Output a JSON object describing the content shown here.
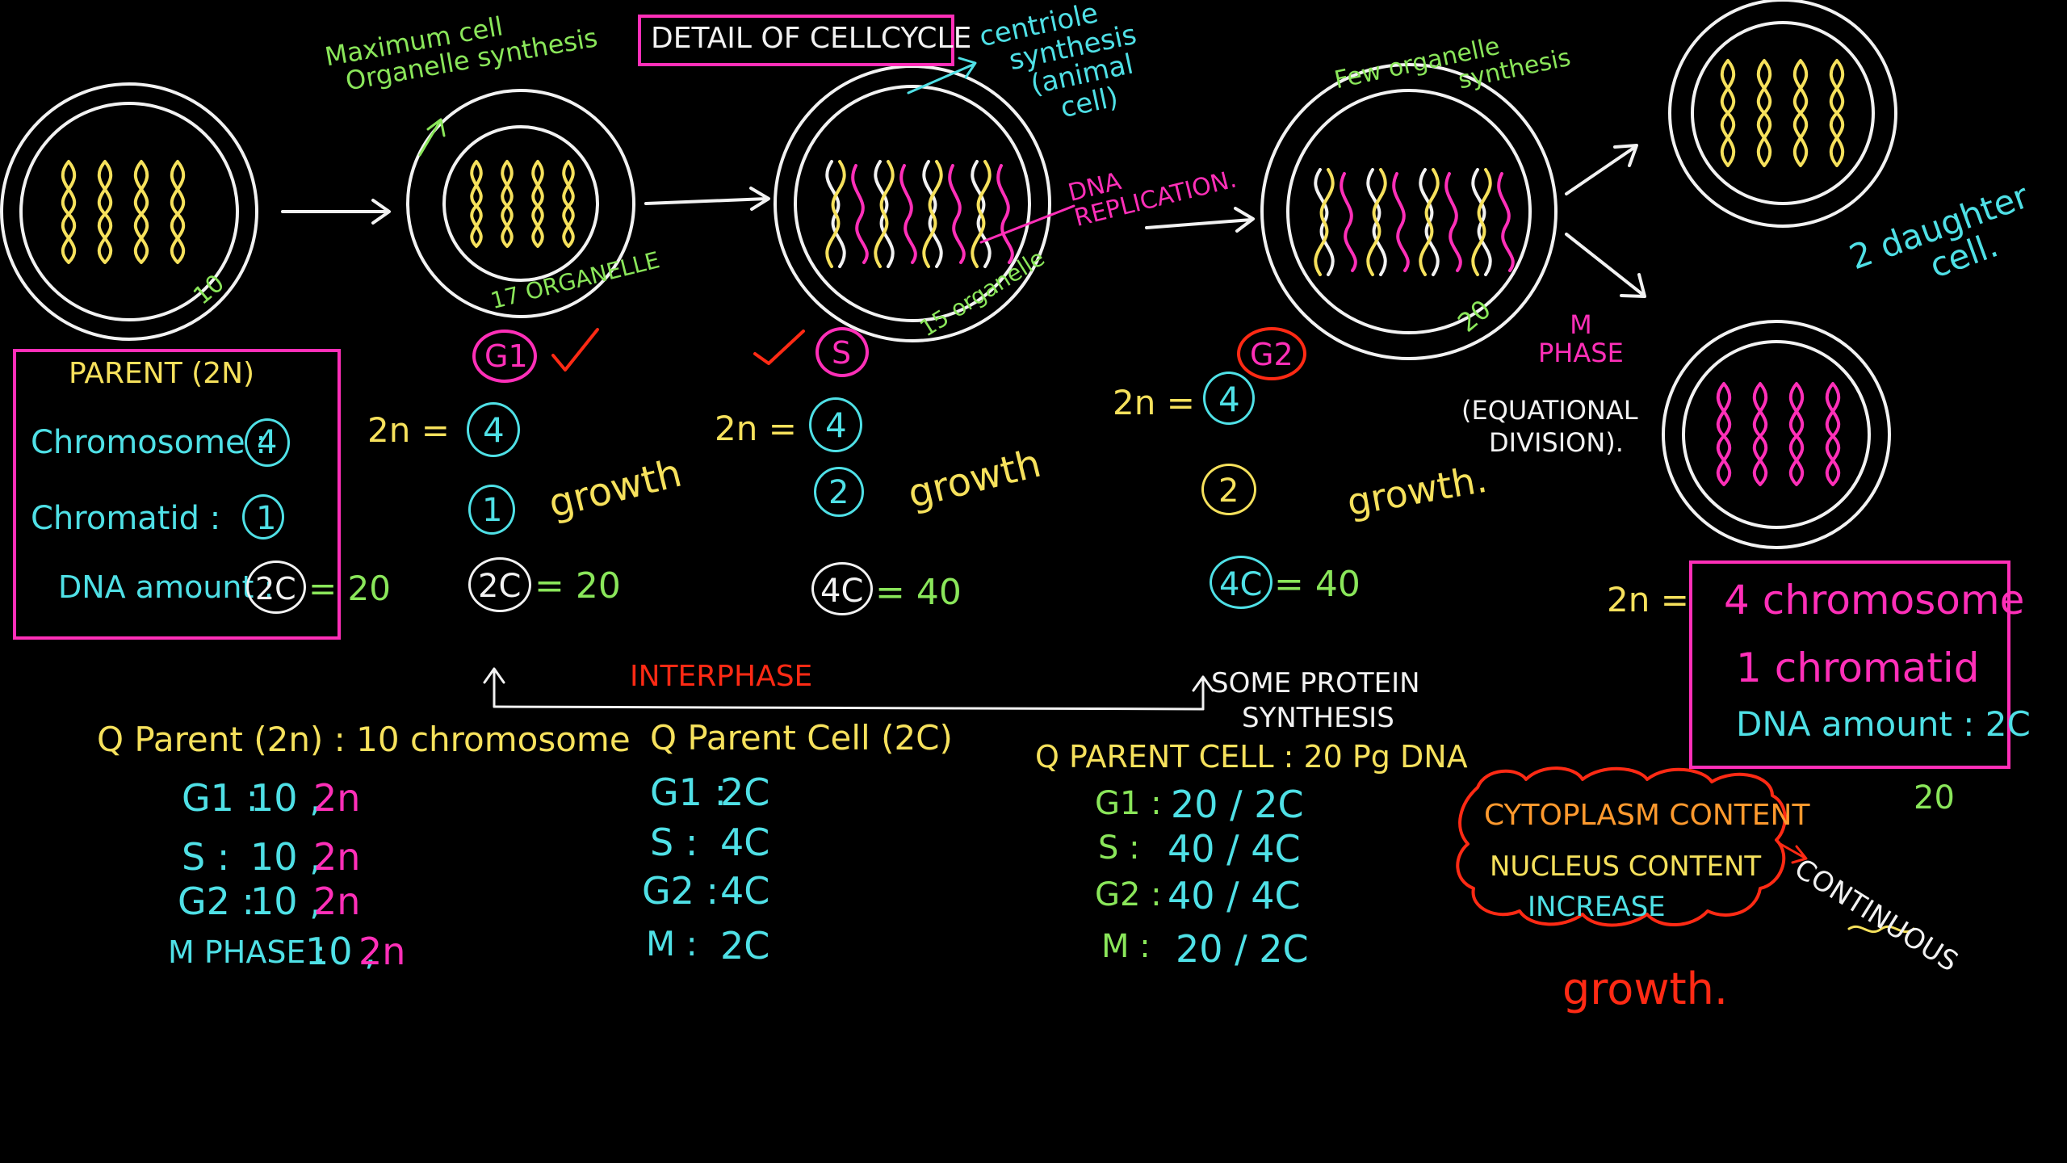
{
  "colors": {
    "white": "#f2f2f2",
    "pink": "#ff2fb8",
    "cyan": "#4fe0e6",
    "yellow": "#f6e15c",
    "green": "#8ae65a",
    "red": "#ff2a14",
    "orange": "#ff9a2e"
  },
  "title": "DETAIL OF CELLCYCLE",
  "annotations": {
    "max_synthesis": [
      "Maximum cell",
      "Organelle synthesis"
    ],
    "centriole": [
      "centriole",
      "synthesis",
      "(animal",
      "cell)"
    ],
    "few_organelle": [
      "Few organelle",
      "synthesis"
    ],
    "dna_replication": [
      "DNA",
      "REPLICATION."
    ],
    "organelle_17": "17 ORGANELLE",
    "organelle_15": "15 organelle",
    "count_10": "10",
    "count_20": "20",
    "daughter": [
      "2 daughter",
      "cell."
    ],
    "m_phase": [
      "M",
      "PHASE"
    ],
    "equational": [
      "(EQUATIONAL",
      "DIVISION)."
    ],
    "interphase": "INTERPHASE",
    "some_protein": [
      "SOME PROTEIN",
      "SYNTHESIS"
    ]
  },
  "phases": {
    "g1": "G1",
    "s": "S",
    "g2": "G2"
  },
  "parent_box": {
    "title": "PARENT (2N)",
    "chromosome_label": "Chromosome :",
    "chromosome_value": "4",
    "chromatid_label": "Chromatid :",
    "chromatid_value": "1",
    "dna_label": "DNA amount :",
    "dna_value": "2C",
    "dna_eq": "= 20"
  },
  "g1_col": {
    "two_n": "2n =",
    "chromosome": "4",
    "chromatid": "1",
    "growth": "growth",
    "dna": "2C",
    "dna_eq": "= 20"
  },
  "s_col": {
    "two_n": "2n =",
    "chromosome": "4",
    "chromatid": "2",
    "growth": "growth",
    "dna": "4C",
    "dna_eq": "= 40"
  },
  "g2_col": {
    "two_n": "2n =",
    "chromosome": "4",
    "chromatid": "2",
    "growth": "growth.",
    "dna": "4C",
    "dna_eq": "= 40"
  },
  "daughter_box": {
    "two_n": "2n =",
    "chromosome": "4 chromosome",
    "chromatid": "1 chromatid",
    "dna": "DNA amount : 2C",
    "count": "20"
  },
  "q1": {
    "question": "Q  Parent (2n) : 10 chromosome",
    "rows": [
      {
        "label": "G1 :",
        "value": "10 ,",
        "value2": "2n"
      },
      {
        "label": "S :",
        "value": "10 ,",
        "value2": "2n"
      },
      {
        "label": "G2 :",
        "value": "10 ,",
        "value2": "2n"
      },
      {
        "label": "M PHASE :",
        "value": "10 ,",
        "value2": "2n"
      }
    ]
  },
  "q2": {
    "question": "Q  Parent Cell (2C)",
    "rows": [
      {
        "label": "G1 :",
        "value": "2C"
      },
      {
        "label": "S :",
        "value": "4C"
      },
      {
        "label": "G2 :",
        "value": "4C"
      },
      {
        "label": "M :",
        "value": "2C"
      }
    ]
  },
  "q3": {
    "question": "Q  PARENT CELL : 20 Pg DNA",
    "rows": [
      {
        "label": "G1 :",
        "value": "20 / 2C"
      },
      {
        "label": "S :",
        "value": "40 / 4C"
      },
      {
        "label": "G2 :",
        "value": "40 / 4C"
      },
      {
        "label": "M :",
        "value": "20 / 2C"
      }
    ]
  },
  "cloud": {
    "line1": "CYTOPLASM CONTENT",
    "line2": "NUCLEUS CONTENT",
    "line3": "INCREASE",
    "continuous": "CONTINUOUS",
    "growth": "growth."
  }
}
